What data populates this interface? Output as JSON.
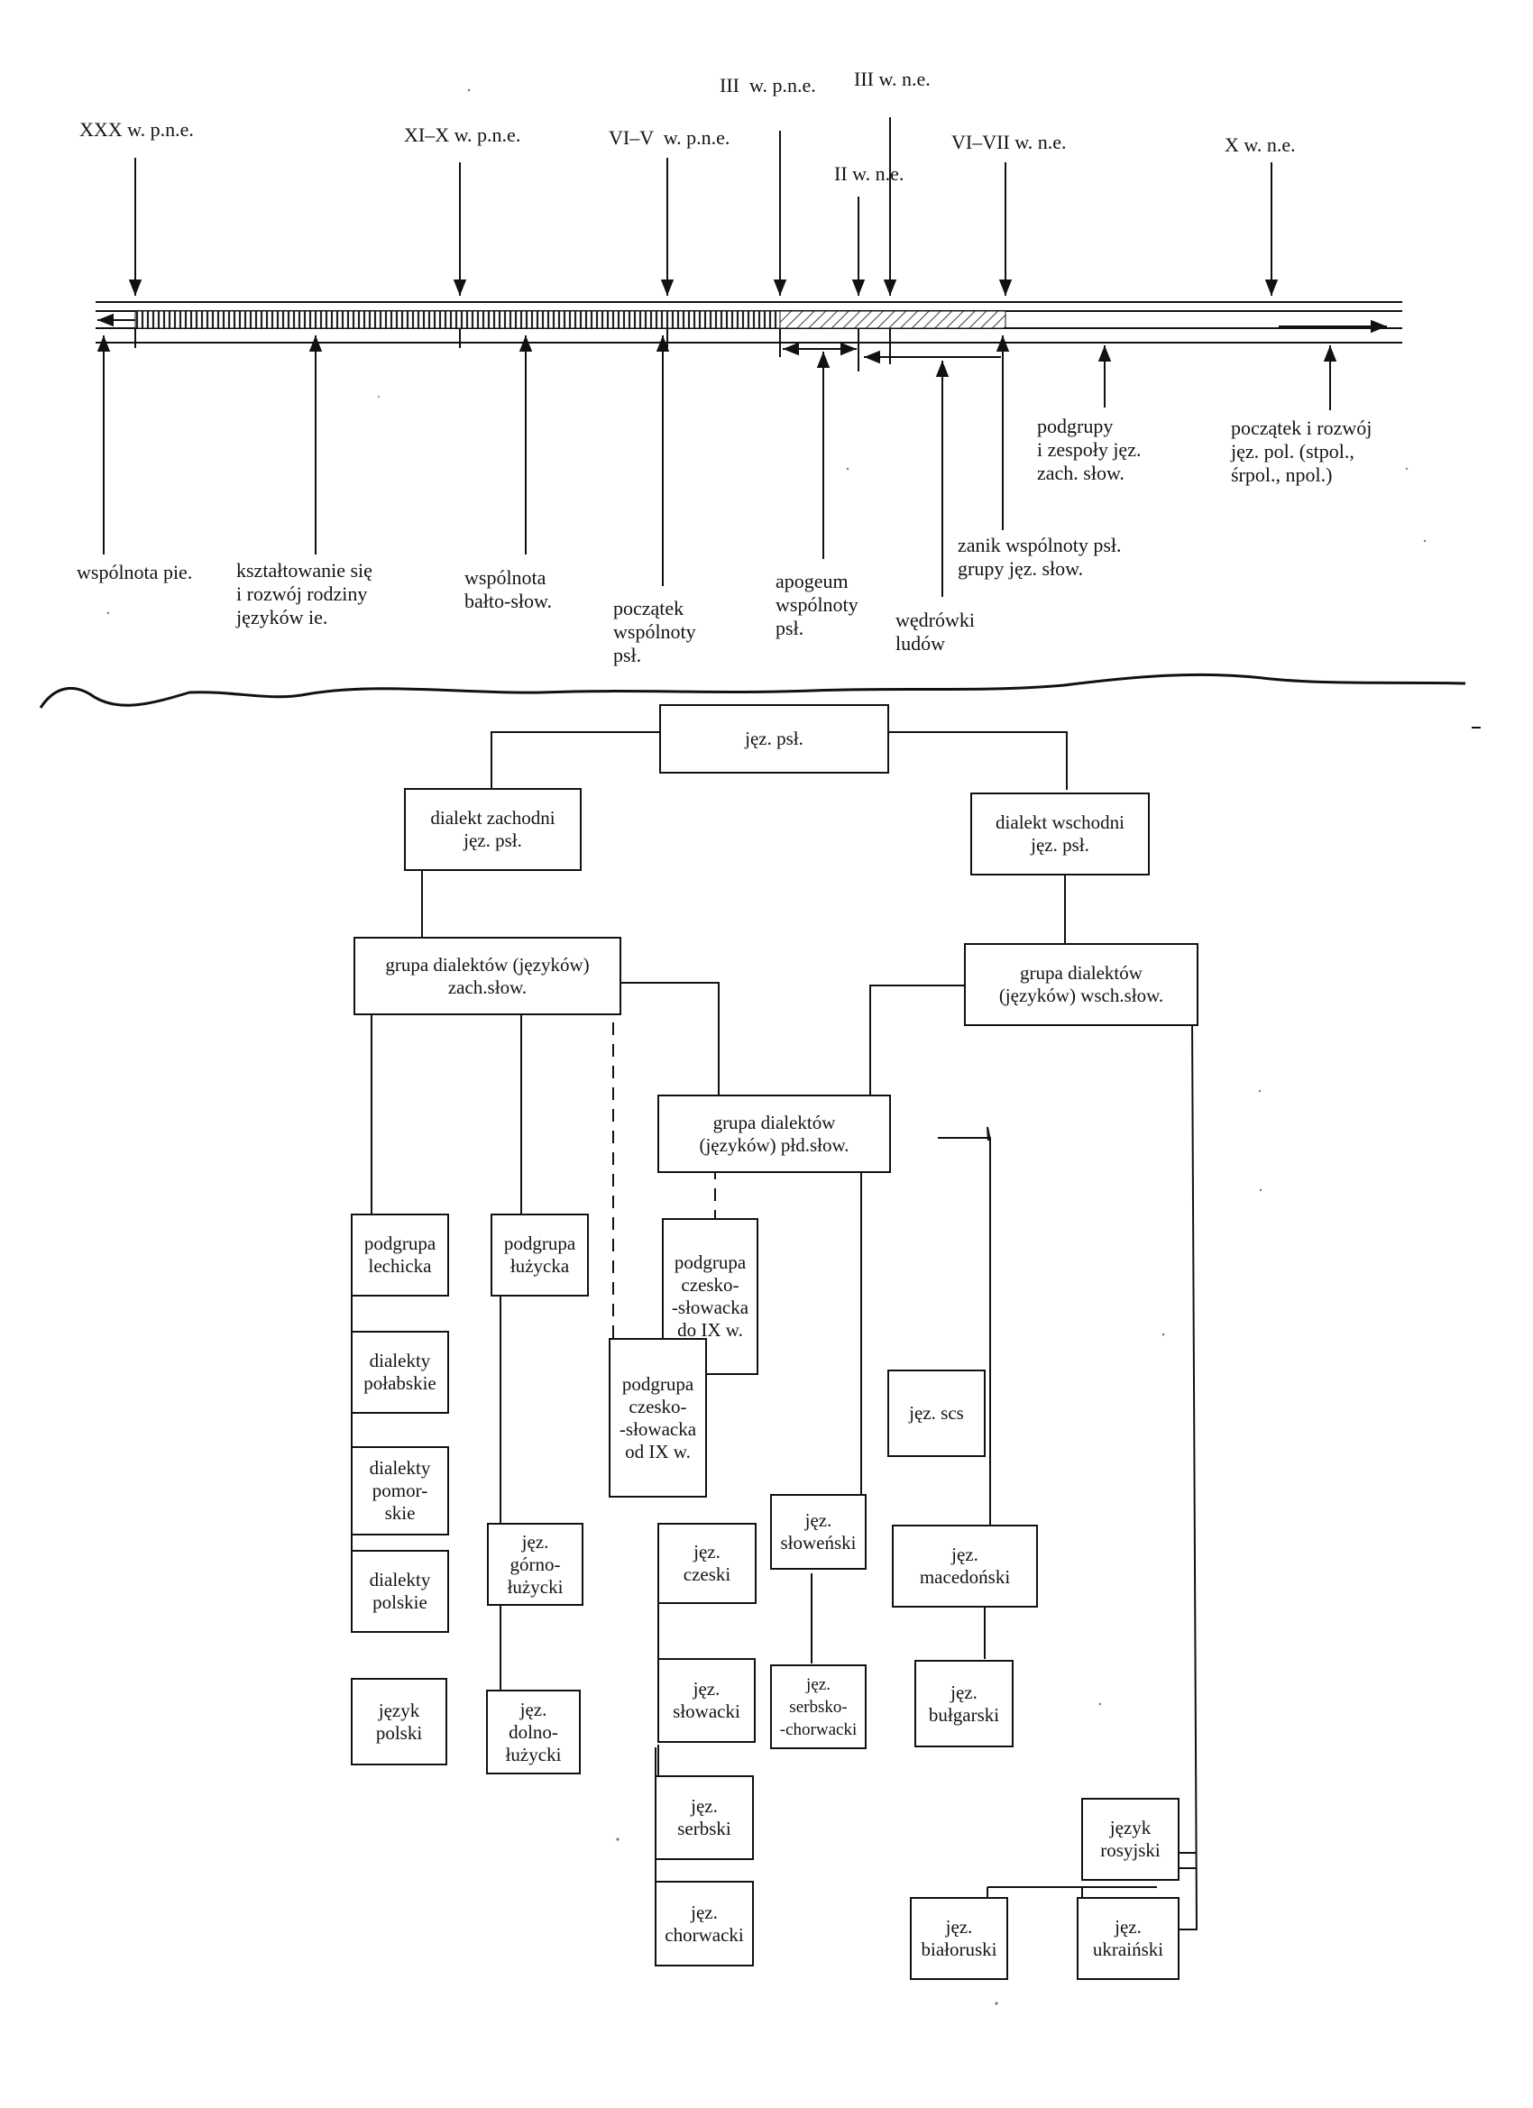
{
  "timeline": {
    "periods": {
      "p1": "XXX w. p.n.e.",
      "p2": "XI–X w. p.n.e.",
      "p3": "VI–V  w. p.n.e.",
      "p4": "III  w. p.n.e.",
      "p5": "III w. n.e.",
      "p6": "II w. n.e.",
      "p7": "VI–VII w. n.e.",
      "p8": "X w. n.e."
    },
    "events": {
      "e1": "wspólnota pie.",
      "e2": "kształtowanie się\ni rozwój rodziny\njęzyków ie.",
      "e3": "wspólnota\nbałto-słow.",
      "e4": "początek\nwspólnoty\npsł.",
      "e5": "apogeum\nwspólnoty\npsł.",
      "e6": "wędrówki\nludów",
      "e7": "zanik wspólnoty psł.\ngrupy jęz. słow.",
      "e8": "podgrupy\ni zespoły jęz.\nzach. słow.",
      "e9": "początek i rozwój\njęz. pol. (stpol.,\nśrpol., npol.)"
    }
  },
  "tree": {
    "root": "jęz. psł.",
    "west_dialect": "dialekt zachodni\njęz. psł.",
    "east_dialect": "dialekt wschodni\njęz. psł.",
    "west_group": "grupa dialektów (języków)\nzach.słow.",
    "east_group": "grupa dialektów\n(języków) wsch.słow.",
    "south_group": "grupa dialektów\n(języków) płd.słow.",
    "lechitic": "podgrupa\nlechicka",
    "sorbian": "podgrupa\nłużycka",
    "czsk_before": "podgrupa\nczesko-\n-słowacka\ndo IX w.",
    "czsk_after": "podgrupa\nczesko-\n-słowacka\nod IX w.",
    "polabian": "dialekty\npołabskie",
    "pomeranian": "dialekty\npomor-\nskie",
    "polish_dialects": "dialekty\npolskie",
    "polish": "język\npolski",
    "upper_sorbian": "jęz.\ngórno-\nłużycki",
    "lower_sorbian": "jęz.\ndolno-\nłużycki",
    "czech": "jęz.\nczeski",
    "slovak": "jęz.\nsłowacki",
    "serbian": "jęz.\nserbski",
    "croatian": "jęz.\nchorwacki",
    "slovene": "jęz.\nsłoweński",
    "serbo_croatian": "jęz.\nserbsko-\n-chorwacki",
    "ocs": "jęz. scs",
    "macedonian": "jęz.\nmacedoński",
    "bulgarian": "jęz.\nbułgarski",
    "russian": "język\nrosyjski",
    "belarusian": "jęz.\nbiałoruski",
    "ukrainian": "jęz.\nukraiński"
  }
}
